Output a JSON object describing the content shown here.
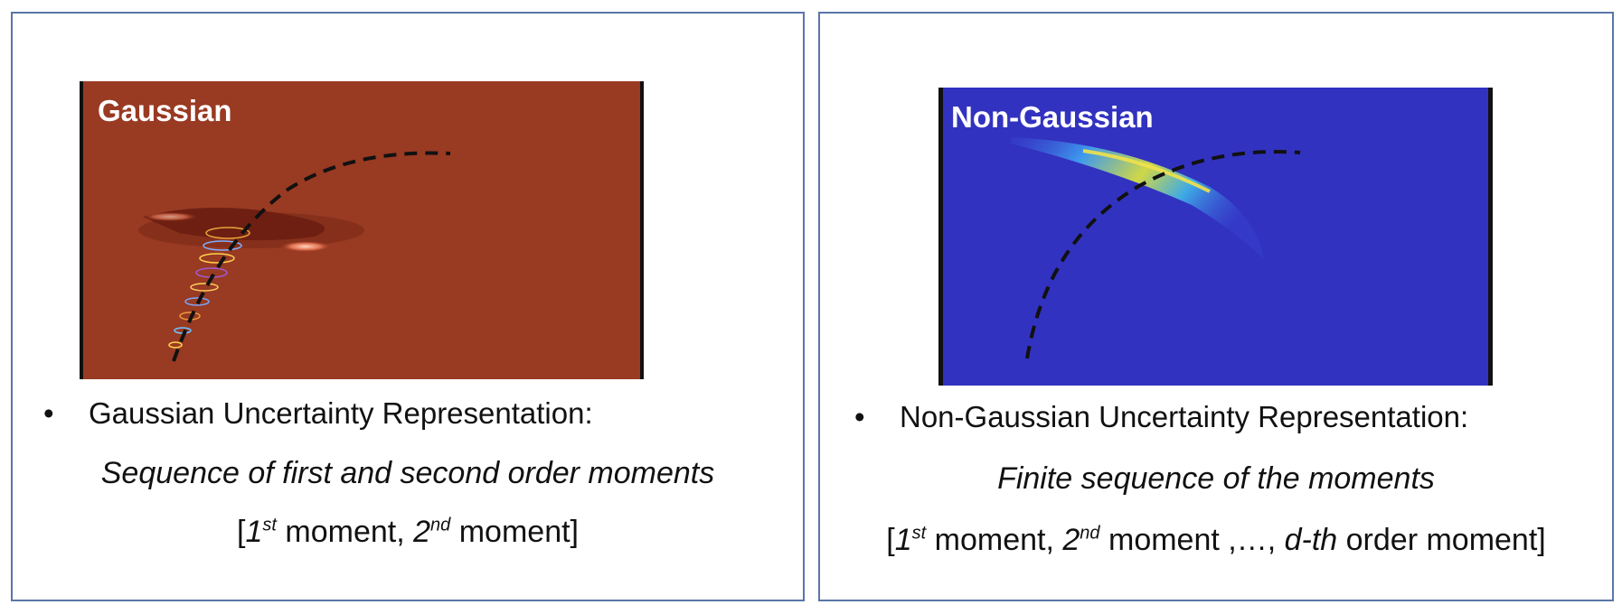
{
  "left": {
    "image_label": "Gaussian",
    "bullet": "Gaussian Uncertainty Representation:",
    "description": "Sequence of first and second order moments",
    "moments": {
      "open": "[",
      "first_num": "1",
      "first_sup": "st",
      "first_word": " moment, ",
      "second_num": "2",
      "second_sup": "nd",
      "second_word": " moment]"
    },
    "colors": {
      "background": "#993a23"
    }
  },
  "right": {
    "image_label": "Non-Gaussian",
    "bullet": "Non-Gaussian Uncertainty Representation:",
    "description": "Finite sequence of the moments",
    "moments": {
      "open": "[",
      "first_num": "1",
      "first_sup": "st",
      "first_word": " moment, ",
      "second_num": "2",
      "second_sup": "nd",
      "second_word": " moment ,…, ",
      "dth": "d-th",
      "tail": " order moment]"
    },
    "colors": {
      "background": "#3232c0"
    }
  },
  "bullet_symbol": "•"
}
